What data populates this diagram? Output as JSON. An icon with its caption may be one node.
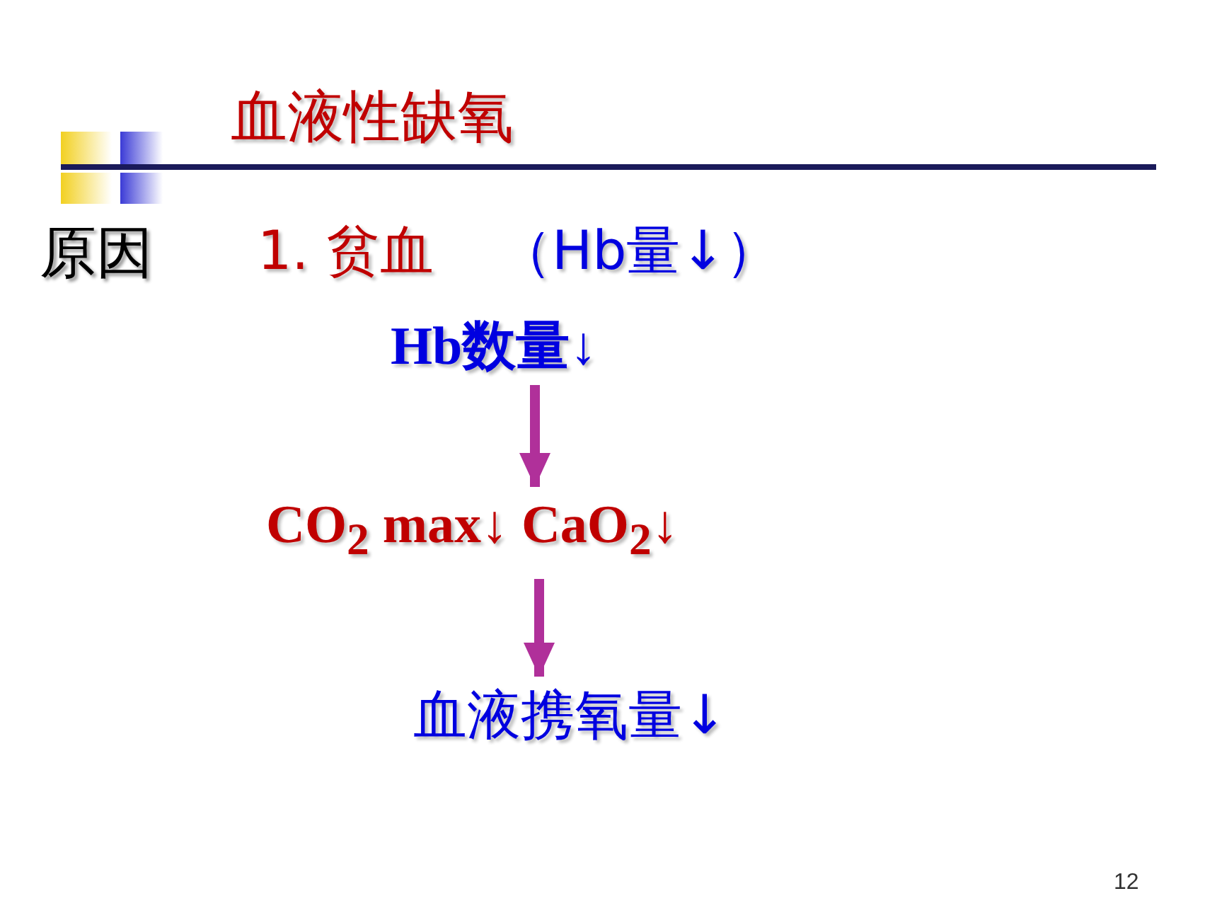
{
  "diagram": {
    "title": "血液性缺氧",
    "nodes": [
      {
        "text": [
          "Hb数量↓"
        ]
      },
      {
        "text": [
          "CO$_{2}$ max↓ CaO$_{2}$↓"
        ]
      },
      {
        "text": [
          "血液携氧量↓"
        ]
      }
    ],
    "edges": [
      {
        "from": 0,
        "to": 1,
        "arrow": "to"
      },
      {
        "from": 1,
        "to": 2,
        "arrow": "to"
      }
    ],
    "labels": [
      "原因",
      "1. 贫血",
      "（Hb量↓）",
      "12"
    ]
  }
}
